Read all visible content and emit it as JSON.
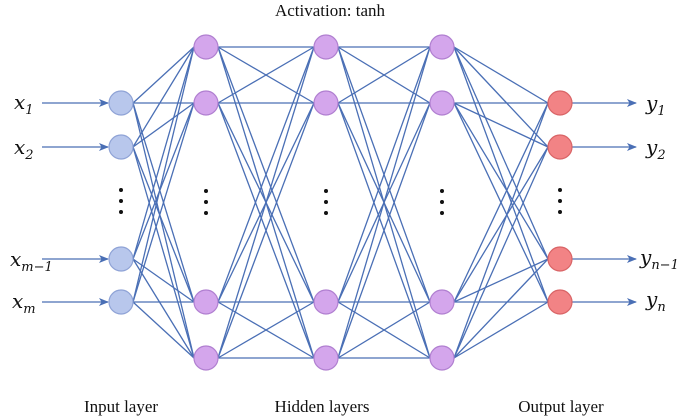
{
  "diagram": {
    "title": "Activation: tanh",
    "layer_labels": {
      "input": "Input layer",
      "hidden": "Hidden layers",
      "output": "Output layer"
    },
    "inputs": [
      {
        "base": "x",
        "sub": "1"
      },
      {
        "base": "x",
        "sub": "2"
      },
      {
        "base": "x",
        "sub": "m−1"
      },
      {
        "base": "x",
        "sub": "m"
      }
    ],
    "outputs": [
      {
        "base": "y",
        "sub": "1"
      },
      {
        "base": "y",
        "sub": "2"
      },
      {
        "base": "y",
        "sub": "n−1"
      },
      {
        "base": "y",
        "sub": "n"
      }
    ],
    "layers": [
      {
        "name": "input",
        "visible_nodes": 4,
        "ellipsis": true
      },
      {
        "name": "hidden-1",
        "visible_nodes": 4,
        "ellipsis": true
      },
      {
        "name": "hidden-2",
        "visible_nodes": 4,
        "ellipsis": true
      },
      {
        "name": "hidden-3",
        "visible_nodes": 4,
        "ellipsis": true
      },
      {
        "name": "output",
        "visible_nodes": 4,
        "ellipsis": true
      }
    ],
    "colors": {
      "input_node": "#b8c7ec",
      "input_stroke": "#8fa3d6",
      "hidden_node": "#d4a6ec",
      "hidden_stroke": "#b07fd0",
      "output_node": "#f28385",
      "output_stroke": "#d96466",
      "edge": "#4a6fb5",
      "text": "#111111"
    }
  }
}
